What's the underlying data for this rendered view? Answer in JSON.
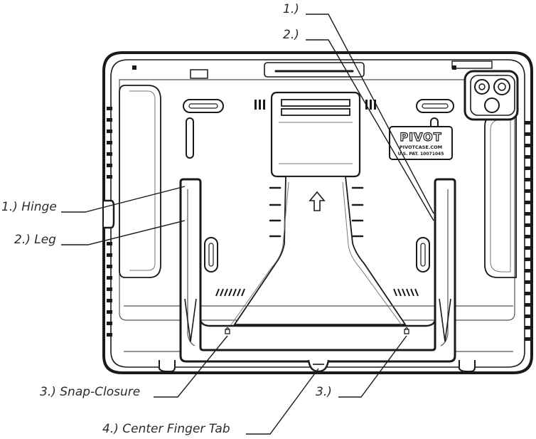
{
  "callouts": {
    "hinge_top": "1.)",
    "leg_top": "2.)",
    "hinge": "1.) Hinge",
    "leg": "2.) Leg",
    "snap_closure": "3.) Snap-Closure",
    "snap_closure_right": "3.)",
    "center_finger_tab": "4.) Center Finger Tab"
  },
  "device": {
    "logo_text": "PIVOT",
    "logo_url": "PIVOTCASE.COM",
    "patent_text": "U.S. PAT. 10071045"
  },
  "colors": {
    "stroke": "#1a1a1a",
    "detail": "#6f6f6f",
    "case_fill": "#ffffff",
    "shadow": "#e8e8e8"
  }
}
